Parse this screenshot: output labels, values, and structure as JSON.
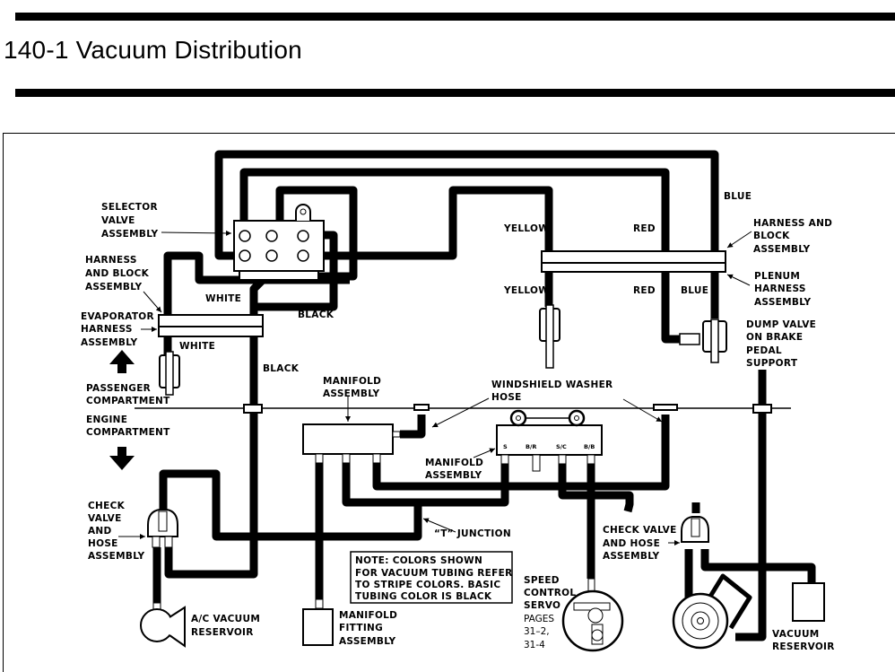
{
  "page": {
    "title": "140-1 Vacuum Distribution"
  },
  "diagram": {
    "labels": {
      "selector_valve": [
        "SELECTOR",
        "VALVE",
        "ASSEMBLY"
      ],
      "harness_block_left": [
        "HARNESS",
        "AND BLOCK",
        "ASSEMBLY"
      ],
      "evaporator_harness": [
        "EVAPORATOR",
        "HARNESS",
        "ASSEMBLY"
      ],
      "passenger_compartment": [
        "PASSENGER",
        "COMPARTMENT"
      ],
      "engine_compartment": [
        "ENGINE",
        "COMPARTMENT"
      ],
      "check_valve_left": [
        "CHECK",
        "VALVE",
        "AND",
        "HOSE",
        "ASSEMBLY"
      ],
      "ac_vacuum_reservoir": [
        "A/C VACUUM",
        "RESERVOIR"
      ],
      "manifold_assembly_top": [
        "MANIFOLD",
        "ASSEMBLY"
      ],
      "manifold_assembly_right": [
        "MANIFOLD",
        "ASSEMBLY"
      ],
      "windshield_washer_hose": [
        "WINDSHIELD WASHER",
        "HOSE"
      ],
      "t_junction": "“T” JUNCTION",
      "harness_block_right": [
        "HARNESS AND",
        "BLOCK",
        "ASSEMBLY"
      ],
      "plenum_harness": [
        "PLENUM",
        "HARNESS",
        "ASSEMBLY"
      ],
      "dump_valve": [
        "DUMP VALVE",
        "ON BRAKE",
        "PEDAL",
        "SUPPORT"
      ],
      "check_valve_right": [
        "CHECK VALVE",
        "AND HOSE",
        "ASSEMBLY"
      ],
      "vacuum_reservoir": [
        "VACUUM",
        "RESERVOIR"
      ],
      "manifold_fitting": [
        "MANIFOLD",
        "FITTING",
        "ASSEMBLY"
      ],
      "speed_control_servo": [
        "SPEED",
        "CONTROL",
        "SERVO"
      ],
      "servo_pages": [
        "PAGES",
        "31–2,",
        "31-4"
      ]
    },
    "tube_colors": {
      "white_upper": "WHITE",
      "white_lower": "WHITE",
      "black_upper": "BLACK",
      "black_lower": "BLACK",
      "yellow_upper": "YELLOW",
      "yellow_lower": "YELLOW",
      "red_upper": "RED",
      "red_lower": "RED",
      "blue_upper": "BLUE",
      "blue_lower": "BLUE"
    },
    "manifold_ports": [
      "S",
      "B/R",
      "S/C",
      "B/B"
    ],
    "note": [
      "NOTE: COLORS SHOWN",
      "FOR VACUUM TUBING REFER",
      "TO STRIPE COLORS. BASIC",
      "TUBING COLOR IS BLACK"
    ]
  }
}
